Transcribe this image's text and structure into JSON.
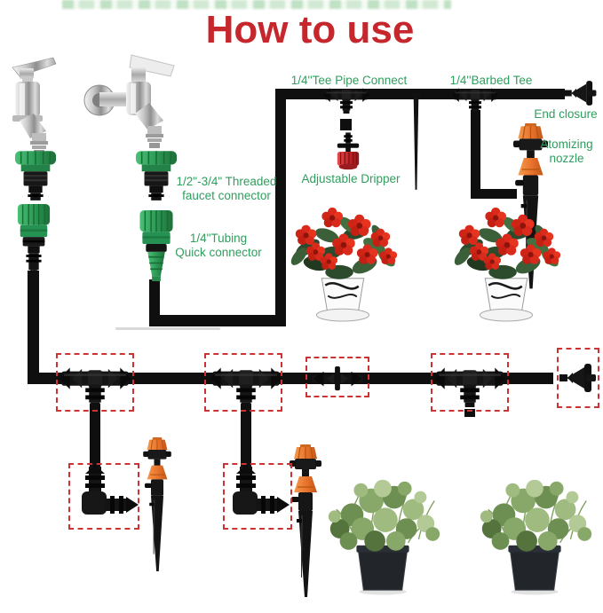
{
  "title": "How to use",
  "labels": {
    "tee_pipe_connect": "1/4''Tee Pipe Connect",
    "barbed_tee": "1/4''Barbed Tee",
    "end_closure": "End closure",
    "atomizing_nozzle": "Atomizing\nnozzle",
    "adjustable_dripper": "Adjustable Dripper",
    "threaded_faucet_connector": "1/2\"-3/4\" Threaded\nfaucet connector",
    "tubing_quick_connector": "1/4\"Tubing\nQuick connector"
  },
  "colors": {
    "title": "#c5272c",
    "label": "#2f9e5e",
    "highlight_box": "#cc3333",
    "tube": "#0f0f0f",
    "connector_green": "#2fa05a",
    "nozzle_orange": "#e8722b",
    "dripper_red": "#ce2b31"
  }
}
